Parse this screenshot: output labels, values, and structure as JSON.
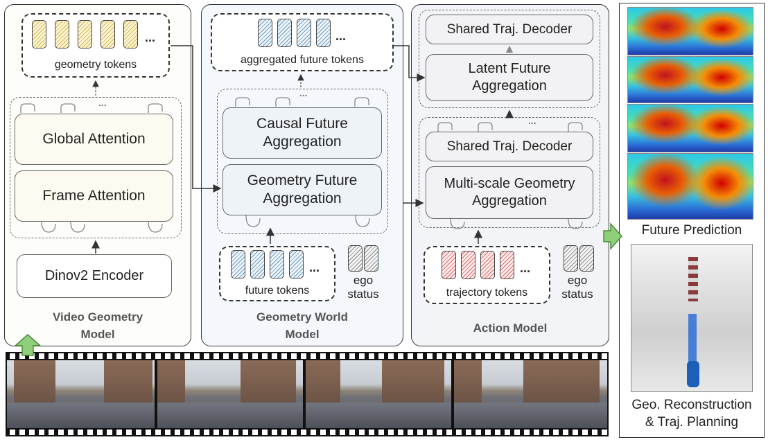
{
  "video_geometry": {
    "title_line1": "Video Geometry",
    "title_line2": "Model",
    "global_attention": "Global Attention",
    "frame_attention": "Frame Attention",
    "encoder": "Dinov2 Encoder",
    "geometry_tokens": "geometry tokens",
    "ellipsis": "...",
    "dots": "..."
  },
  "geometry_world": {
    "title_line1": "Geometry World",
    "title_line2": "Model",
    "causal_line1": "Causal Future",
    "causal_line2": "Aggregation",
    "geo_future_line1": "Geometry Future",
    "geo_future_line2": "Aggregation",
    "aggregated_tokens": "aggregated future tokens",
    "future_tokens": "future tokens",
    "ego_line1": "ego",
    "ego_line2": "status",
    "ellipsis": "...",
    "dots": "..."
  },
  "action_model": {
    "title": "Action Model",
    "shared_decoder_top": "Shared Traj. Decoder",
    "latent_line1": "Latent Future",
    "latent_line2": "Aggregation",
    "shared_decoder_mid": "Shared Traj. Decoder",
    "multiscale_line1": "Multi-scale Geometry",
    "multiscale_line2": "Aggregation",
    "trajectory_tokens": "trajectory tokens",
    "ego_line1": "ego",
    "ego_line2": "status",
    "ellipsis": "...",
    "dots": "..."
  },
  "outputs": {
    "future_prediction": "Future Prediction",
    "recon_line1": "Geo. Reconstruction",
    "recon_line2": "& Traj. Planning"
  },
  "colors": {
    "panel_bg_left": "#fdfdf9",
    "panel_bg_mid": "#f4f8fc",
    "panel_bg_right": "#f3f4f7",
    "arrow_green": "#8fcf7a"
  }
}
